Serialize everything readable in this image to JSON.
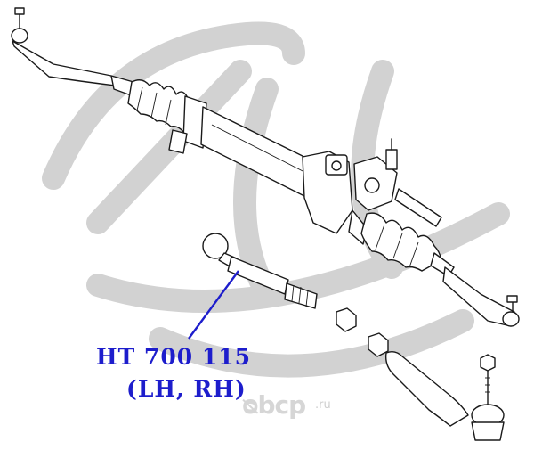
{
  "diagram": {
    "part_number": "HT 700 115",
    "side": "(LH, RH)",
    "brand": "ᴓbcp",
    "brand_suffix": ".ru",
    "label_color": "#1d1dcc",
    "watermark_color": "#d0d0d0"
  }
}
